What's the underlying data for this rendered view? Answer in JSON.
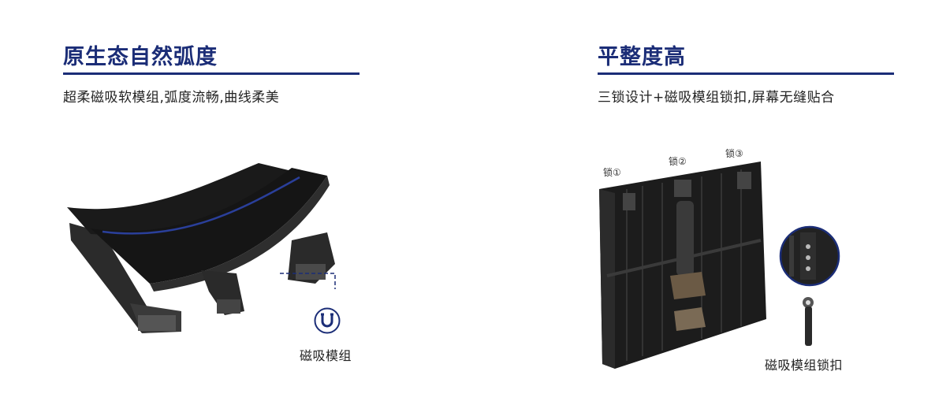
{
  "left": {
    "title": "原生态自然弧度",
    "subtitle": "超柔磁吸软模组,弧度流畅,曲线柔美",
    "caption": "磁吸模组",
    "magnet_icon": "magnet-icon"
  },
  "right": {
    "title": "平整度高",
    "subtitle": "三锁设计+磁吸模组锁扣,屏幕无缝贴合",
    "caption": "磁吸模组锁扣",
    "locks": [
      "锁①",
      "锁②",
      "锁③"
    ]
  },
  "colors": {
    "brand": "#1b2d77",
    "product": "#1e1e1e"
  }
}
